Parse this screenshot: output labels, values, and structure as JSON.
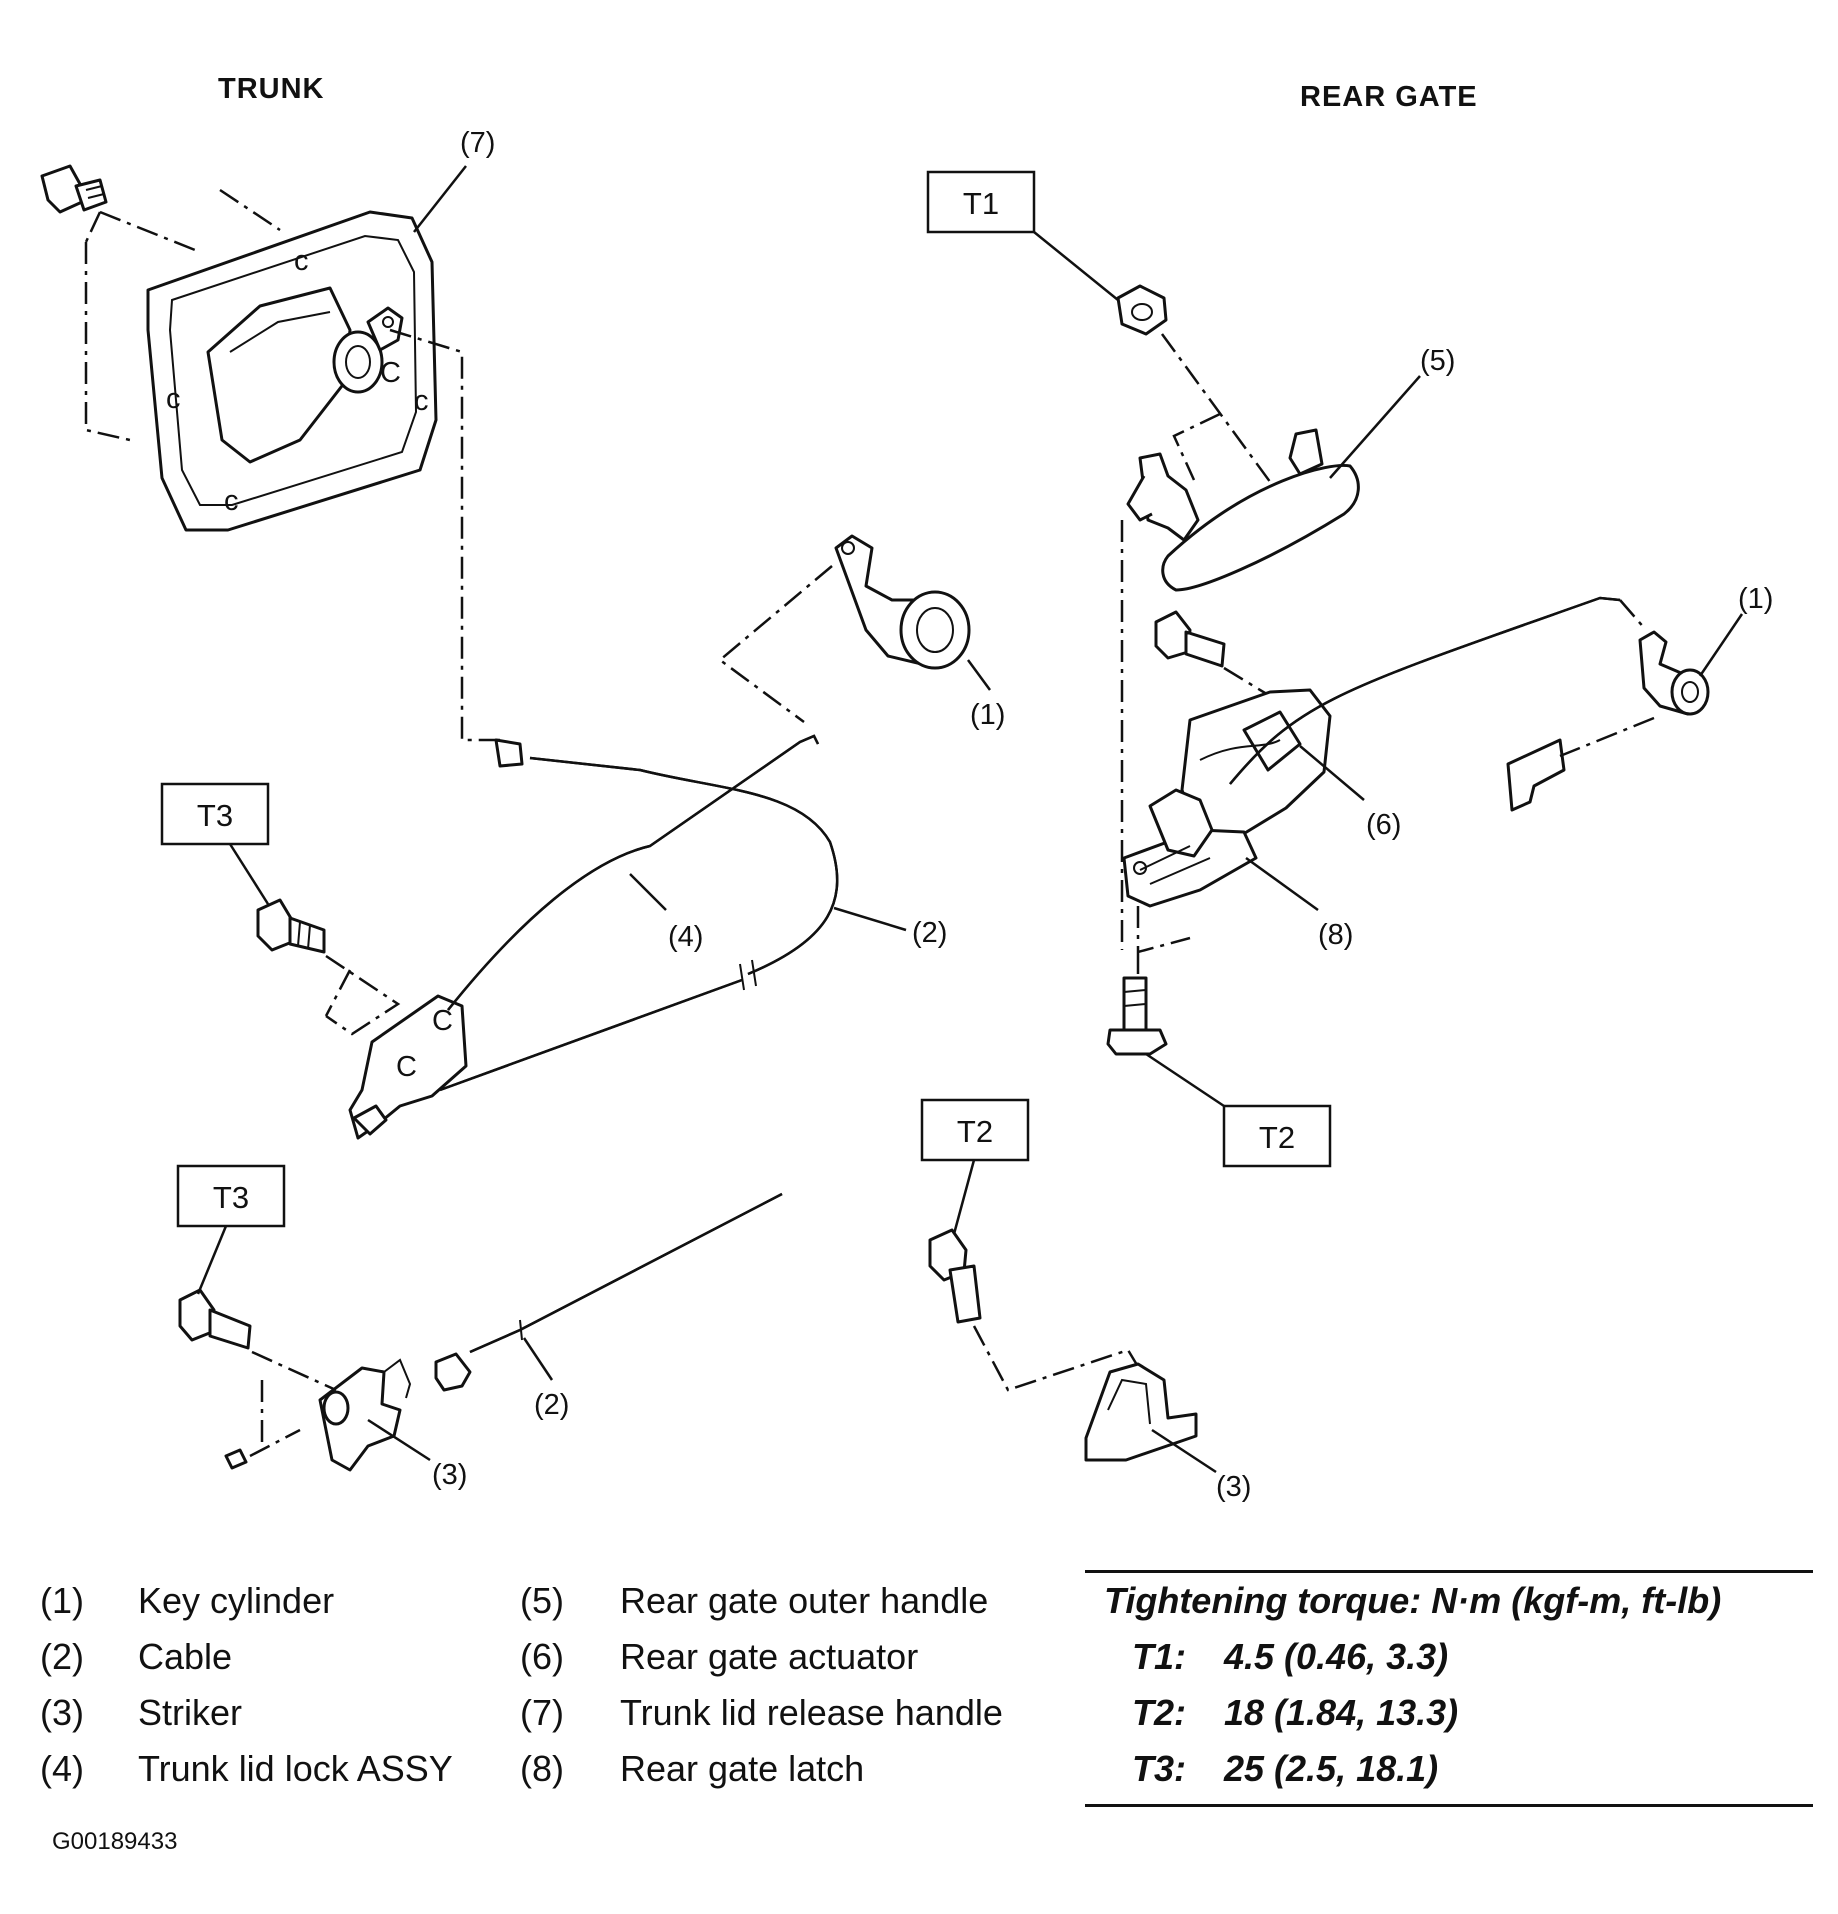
{
  "headings": {
    "left": "TRUNK",
    "right": "REAR GATE"
  },
  "callouts": {
    "n1": "(1)",
    "n2": "(2)",
    "n3": "(3)",
    "n4": "(4)",
    "n5": "(5)",
    "n6": "(6)",
    "n7": "(7)",
    "n8": "(8)"
  },
  "torque_boxes": {
    "t1": "T1",
    "t2": "T2",
    "t3": "T3"
  },
  "legend": [
    {
      "num": "(1)",
      "text": "Key cylinder"
    },
    {
      "num": "(2)",
      "text": "Cable"
    },
    {
      "num": "(3)",
      "text": "Striker"
    },
    {
      "num": "(4)",
      "text": "Trunk lid lock ASSY"
    },
    {
      "num": "(5)",
      "text": "Rear gate outer handle"
    },
    {
      "num": "(6)",
      "text": "Rear gate actuator"
    },
    {
      "num": "(7)",
      "text": "Trunk lid release handle"
    },
    {
      "num": "(8)",
      "text": "Rear gate latch"
    }
  ],
  "torque_table": {
    "title": "Tightening torque: N·m (kgf-m, ft-lb)",
    "rows": [
      {
        "key": "T1:",
        "value": "4.5 (0.46, 3.3)"
      },
      {
        "key": "T2:",
        "value": "18 (1.84, 13.3)"
      },
      {
        "key": "T3:",
        "value": "25 (2.5, 18.1)"
      }
    ]
  },
  "figure_code": "G00189433"
}
